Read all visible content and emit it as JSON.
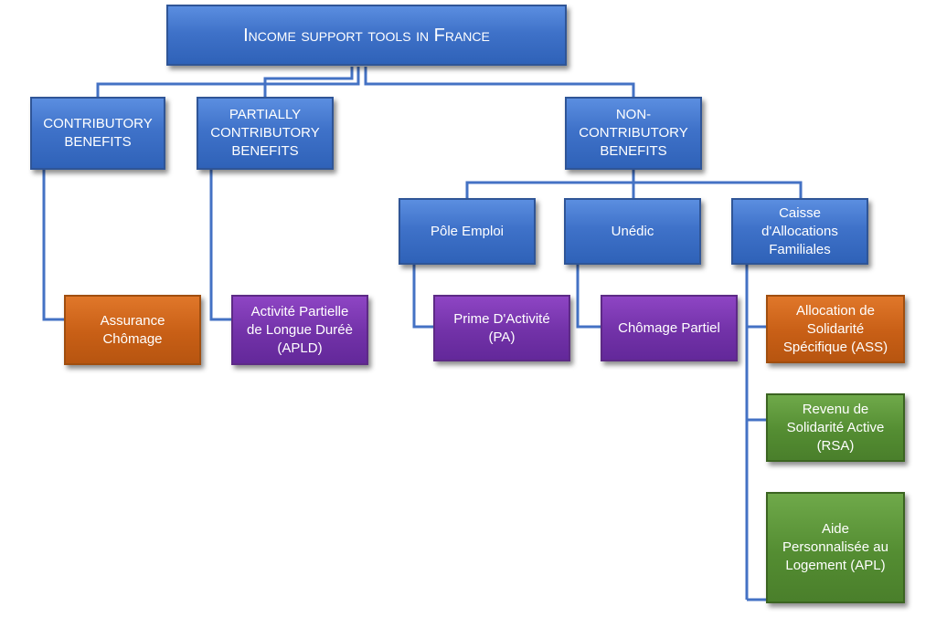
{
  "colors": {
    "blue": "#4472c4",
    "orange": "#c55a11",
    "purple": "#7030a0",
    "green": "#548235",
    "connector": "#4472c4"
  },
  "title": "Income support tools in France",
  "categories": {
    "contributory": "CONTRIBUTORY\nBENEFITS",
    "partially": "PARTIALLY\nCONTRIBUTORY\nBENEFITS",
    "non_contributory": "NON-\nCONTRIBUTORY\nBENEFITS"
  },
  "organizations": {
    "pole_emploi": "Pôle Emploi",
    "unedic": "Unédic",
    "caf": "Caisse\nd'Allocations\nFamiliales"
  },
  "benefits": {
    "assurance_chomage": "Assurance\nChômage",
    "apld": "Activité Partielle\nde Longue Duréè\n(APLD)",
    "prime_activite": "Prime D'Activité\n(PA)",
    "chomage_partiel": "Chômage Partiel",
    "ass": "Allocation de\nSolidarité\nSpécifique (ASS)",
    "rsa": "Revenu de\nSolidarité Active\n(RSA)",
    "apl": "Aide\nPersonnalisée au\nLogement (APL)"
  }
}
